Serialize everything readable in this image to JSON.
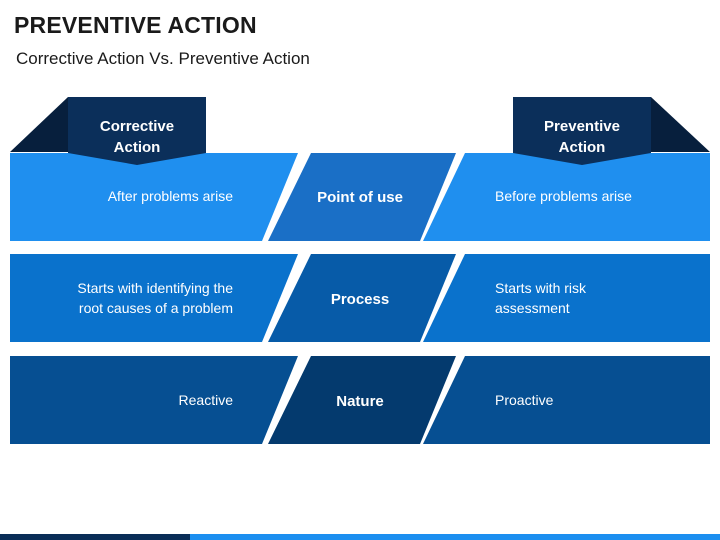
{
  "header": {
    "title": "PREVENTIVE ACTION",
    "subtitle": "Corrective Action Vs. Preventive Action"
  },
  "columns": {
    "left": [
      "Corrective",
      "Action"
    ],
    "right": [
      "Preventive",
      "Action"
    ]
  },
  "rows": [
    {
      "center": "Point of use",
      "left": [
        "After problems arise"
      ],
      "right": [
        "Before problems arise"
      ]
    },
    {
      "center": "Process",
      "left": [
        "Starts with identifying the",
        "root causes of a problem"
      ],
      "right": [
        "Starts with risk",
        "assessment"
      ]
    },
    {
      "center": "Nature",
      "left": [
        "Reactive"
      ],
      "right": [
        "Proactive"
      ]
    }
  ],
  "colors": {
    "row1": "#1f8fef",
    "row1_center": "#1a6fc6",
    "row2": "#0a72cc",
    "row2_center": "#075ba8",
    "row3": "#064f92",
    "row3_center": "#043a6e",
    "tab_dark": "#0b2f5a",
    "tab_darker": "#071f3d",
    "footer_dark": "#0a2d57",
    "footer_light": "#1c8ff0"
  }
}
